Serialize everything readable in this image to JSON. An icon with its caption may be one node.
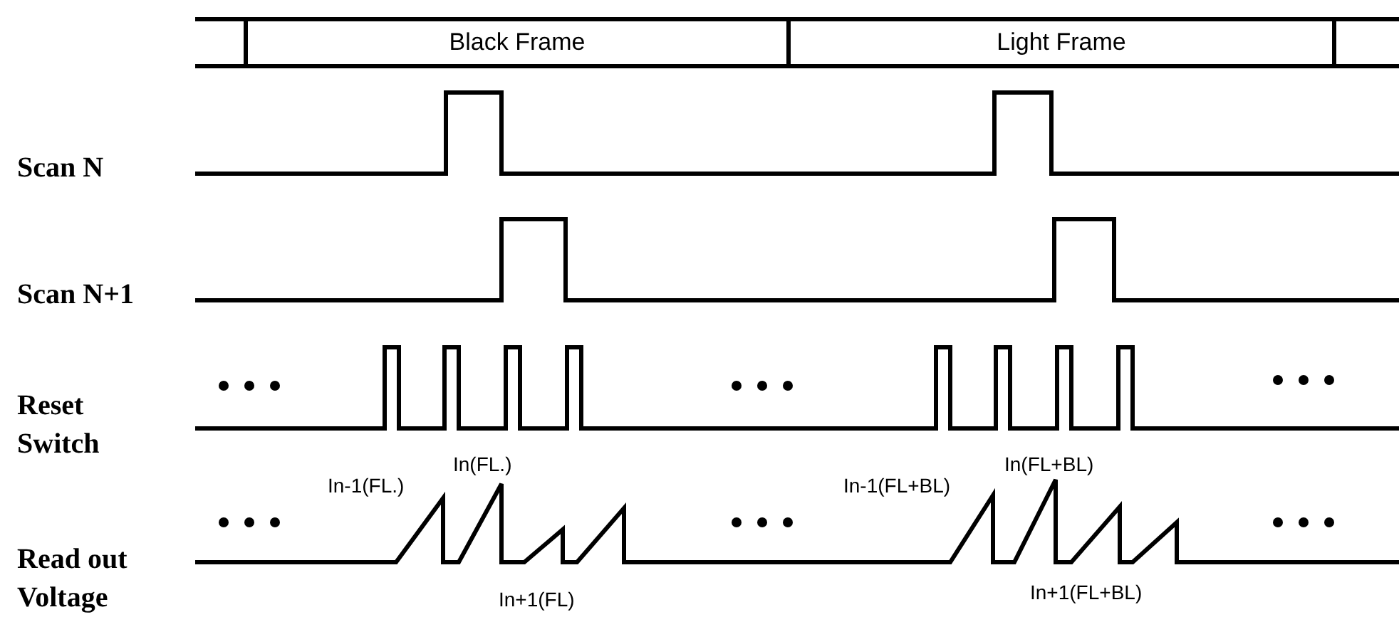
{
  "diagram": {
    "nodes": [
      {
        "text": [],
        "shape": "box"
      },
      {
        "text": [
          "Black Frame"
        ]
      },
      {
        "text": [
          "Light Frame"
        ]
      },
      {
        "text": [],
        "shape": "box"
      }
    ],
    "labels": [
      "Scan N",
      "Scan N+1",
      "Reset Switch",
      "Read out Voltage",
      "In-1(FL.)",
      "In(FL.)",
      "In+1(FL)",
      "In-1(FL+BL)",
      "In(FL+BL)",
      "In+1(FL+BL)"
    ]
  }
}
